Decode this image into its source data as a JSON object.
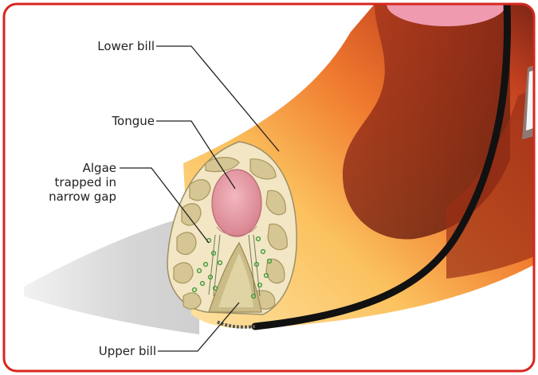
{
  "labels": {
    "lower_bill": "Lower bill",
    "tongue": "Tongue",
    "algae_line1": "Algae",
    "algae_line2": "trapped in",
    "algae_line3": "narrow gap",
    "upper_bill": "Upper bill"
  },
  "colors": {
    "frame_border": "#d7261e",
    "bill_light": "#fbd37a",
    "bill_mid": "#ef6a28",
    "bill_dark": "#8e2c18",
    "tongue": "#e59aa6",
    "tissue": "#d9cb9a",
    "algae": "#3f9b3a"
  }
}
